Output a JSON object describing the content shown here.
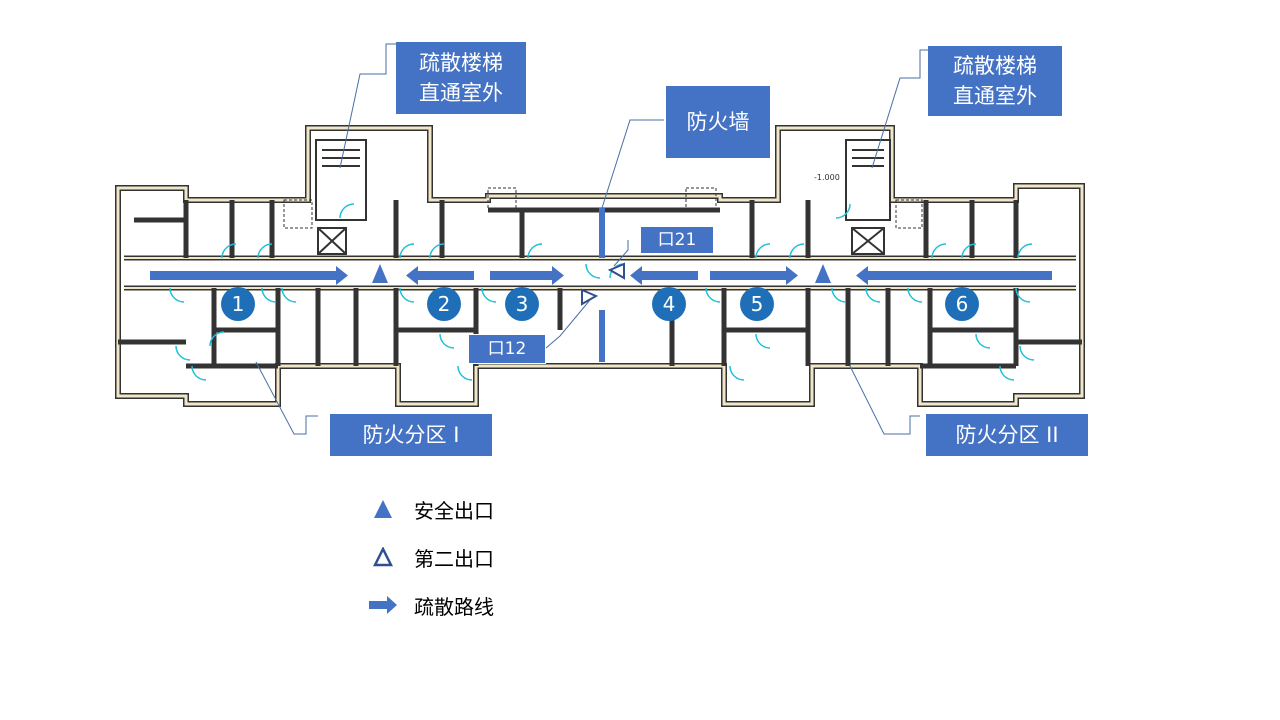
{
  "callouts": {
    "stair_left": "疏散楼梯\n直通室外",
    "stair_right": "疏散楼梯\n直通室外",
    "firewall": "防火墙",
    "exit_21": "口21",
    "exit_12": "口12",
    "zone_1": "防火分区 I",
    "zone_2": "防火分区 II"
  },
  "room_numbers": [
    "1",
    "2",
    "3",
    "4",
    "5",
    "6"
  ],
  "plan_marks": {
    "elevation": "-1.000"
  },
  "legend": [
    {
      "icon": "filled-triangle-icon",
      "label": "安全出口"
    },
    {
      "icon": "outline-triangle-icon",
      "label": "第二出口"
    },
    {
      "icon": "right-arrow-icon",
      "label": "疏散路线"
    }
  ],
  "colors": {
    "accent": "#4472c4",
    "wall_fill": "#f0e6c8",
    "wall_line": "#333333",
    "door": "#22c0d8"
  }
}
